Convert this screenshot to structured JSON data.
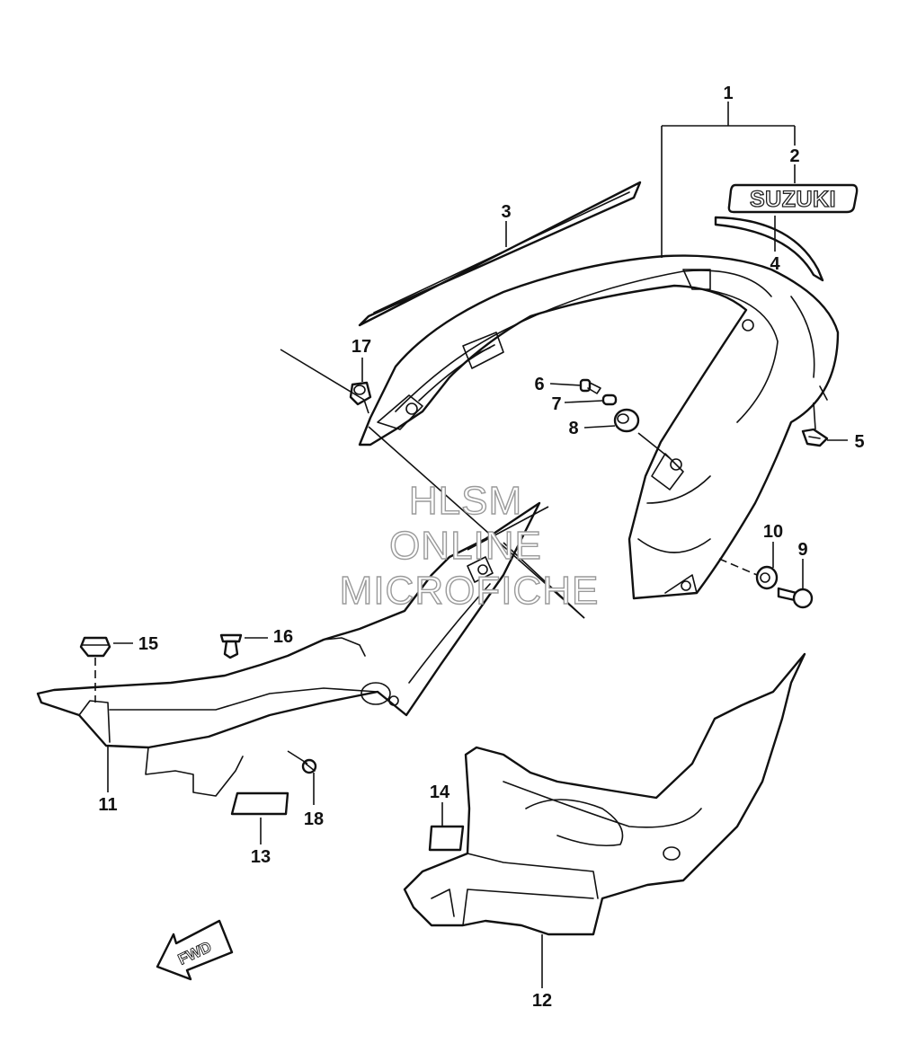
{
  "diagram": {
    "callouts": [
      {
        "id": "1",
        "label": "1"
      },
      {
        "id": "2",
        "label": "2"
      },
      {
        "id": "3",
        "label": "3"
      },
      {
        "id": "4",
        "label": "4"
      },
      {
        "id": "5",
        "label": "5"
      },
      {
        "id": "6",
        "label": "6"
      },
      {
        "id": "7",
        "label": "7"
      },
      {
        "id": "8",
        "label": "8"
      },
      {
        "id": "9",
        "label": "9"
      },
      {
        "id": "10",
        "label": "10"
      },
      {
        "id": "11",
        "label": "11"
      },
      {
        "id": "12",
        "label": "12"
      },
      {
        "id": "13",
        "label": "13"
      },
      {
        "id": "14",
        "label": "14"
      },
      {
        "id": "15",
        "label": "15"
      },
      {
        "id": "16",
        "label": "16"
      },
      {
        "id": "17",
        "label": "17"
      },
      {
        "id": "18",
        "label": "18"
      }
    ],
    "emblem_text": "SUZUKI",
    "direction_label": "FWD"
  },
  "watermark": {
    "line1": "HLSM",
    "line2": "ONLINE",
    "line3": "MICROFICHE"
  }
}
